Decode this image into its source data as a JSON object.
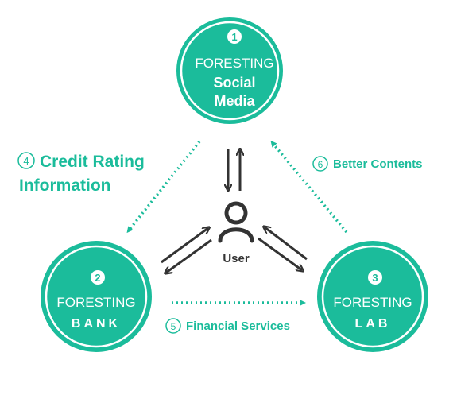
{
  "colors": {
    "teal": "#1bbc9b",
    "ring": "#1bbc9b",
    "dark": "#333333",
    "white": "#ffffff"
  },
  "nodes": [
    {
      "number": "1",
      "brand": "FORESTING",
      "line1": "Social",
      "line2": "Media"
    },
    {
      "number": "2",
      "brand": "FORESTING",
      "line1": "BANK"
    },
    {
      "number": "3",
      "brand": "FORESTING",
      "line1": "LAB"
    }
  ],
  "user": {
    "label": "User",
    "icon": "user-icon"
  },
  "flows": [
    {
      "number": "4",
      "line1": "Credit Rating",
      "line2": "Information"
    },
    {
      "number": "5",
      "line1": "Financial Services"
    },
    {
      "number": "6",
      "line1": "Better Contents"
    }
  ]
}
